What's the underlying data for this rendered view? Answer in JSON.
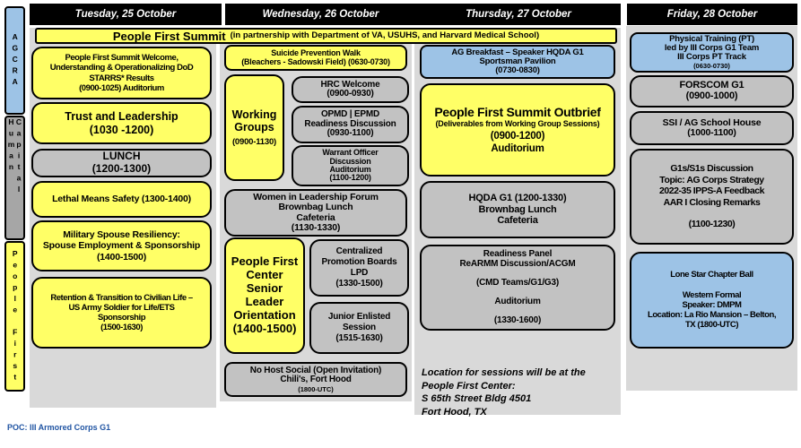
{
  "banner": {
    "title": "People First Summit",
    "subtitle": "(in partnership with Department of VA, USUHS, and Harvard Medical School)"
  },
  "sidebar": [
    "AGCRA",
    "Human Capital",
    "People First"
  ],
  "colors": {
    "event_yellow": "#FFFF66",
    "event_gray": "#C2C2C2",
    "event_blue": "#9DC3E6",
    "column_background": "#D9D9D9",
    "sidebar_blue": "#9DC3E6",
    "sidebar_gray": "#A6A6A6",
    "sidebar_yellow": "#FFFF66",
    "header_bar": "#000000",
    "poc_text": "#2155A3"
  },
  "columns": {
    "tuesday": {
      "header": "Tuesday, 25 October",
      "events": [
        {
          "name": "People First Summit Welcome",
          "color": "#FFFF66",
          "body": "People First Summit Welcome,\nUnderstanding & Operationalizing DoD\nSTARRS* Results\n(0900-1025)  Auditorium"
        },
        {
          "name": "Trust and Leadership",
          "color": "#FFFF66",
          "title": "Trust and Leadership\n(1030 -1200)"
        },
        {
          "name": "Lunch",
          "color": "#C2C2C2",
          "title": "LUNCH\n(1200-1300)"
        },
        {
          "name": "Lethal Means Safety",
          "color": "#FFFF66",
          "body": "Lethal Means Safety (1300-1400)"
        },
        {
          "name": "Military Spouse Resiliency",
          "color": "#FFFF66",
          "body": "Military Spouse Resiliency:\nSpouse Employment & Sponsorship\n(1400-1500)"
        },
        {
          "name": "Retention and Transition",
          "color": "#FFFF66",
          "body": "Retention & Transition to Civilian Life –\nUS Army Soldier for Life/ETS\nSponsorship\n(1500-1630)"
        }
      ]
    },
    "wednesday": {
      "header": "Wednesday, 26 October",
      "events": [
        {
          "name": "Suicide Prevention Walk",
          "color": "#FFFF66",
          "body": "Suicide Prevention Walk\n(Bleachers - Sadowski Field) (0630-0730)"
        },
        {
          "name": "Working Groups",
          "color": "#FFFF66",
          "title": "Working\nGroups",
          "body": "(0900-1130)"
        },
        {
          "name": "HRC Welcome",
          "color": "#C2C2C2",
          "body": "HRC Welcome\n(0900-0930)"
        },
        {
          "name": "OPMD EPMD Readiness Discussion",
          "color": "#C2C2C2",
          "body": "OPMD | EPMD\nReadiness Discussion\n(0930-1100)"
        },
        {
          "name": "Warrant Officer Discussion",
          "color": "#C2C2C2",
          "body": "Warrant Officer\nDiscussion\nAuditorium\n(1100-1200)"
        },
        {
          "name": "Women in Leadership Forum",
          "color": "#C2C2C2",
          "body": "Women in Leadership Forum\nBrownbag Lunch\nCafeteria\n(1130-1330)"
        },
        {
          "name": "People First Center Senior Leader Orientation",
          "color": "#FFFF66",
          "title": "People First\nCenter\nSenior\nLeader\nOrientation\n(1400-1500)"
        },
        {
          "name": "Centralized Promotion Boards",
          "color": "#C2C2C2",
          "body": "Centralized\nPromotion Boards\nLPD\n(1330-1500)"
        },
        {
          "name": "Junior Enlisted Session",
          "color": "#C2C2C2",
          "body": "Junior Enlisted\nSession\n(1515-1630)"
        },
        {
          "name": "No Host Social",
          "color": "#C2C2C2",
          "body": "No Host Social (Open Invitation)\nChili's, Fort Hood",
          "footer": "(1800-UTC)"
        }
      ]
    },
    "thursday": {
      "header": "Thursday, 27 October",
      "events": [
        {
          "name": "AG Breakfast",
          "color": "#9DC3E6",
          "body": "AG Breakfast – Speaker HQDA G1\nSportsman Pavilion\n(0730-0830)"
        },
        {
          "name": "People First Summit Outbrief",
          "color": "#FFFF66",
          "title": "People First Summit Outbrief",
          "subtitle": "(Deliverables from Working Group Sessions)",
          "body": "(0900-1200)\nAuditorium"
        },
        {
          "name": "HQDA G1 Brownbag Lunch",
          "color": "#C2C2C2",
          "body": "HQDA G1 (1200-1330)\nBrownbag Lunch\nCafeteria"
        },
        {
          "name": "Readiness Panel",
          "color": "#C2C2C2",
          "body": "Readiness Panel\nReARMM Discussion/ACGM\n\n(CMD Teams/G1/G3)\n\nAuditorium\n\n(1330-1600)"
        }
      ]
    },
    "friday": {
      "header": "Friday, 28 October",
      "events": [
        {
          "name": "Physical Training",
          "color": "#9DC3E6",
          "body": "Physical Training (PT)\nled by III Corps G1 Team\nIII Corps PT Track",
          "footer": "(0630-0730)"
        },
        {
          "name": "FORSCOM G1",
          "color": "#C2C2C2",
          "body": "FORSCOM G1\n(0900-1000)"
        },
        {
          "name": "SSI AG School House",
          "color": "#C2C2C2",
          "body": "SSI / AG School House\n(1000-1100)"
        },
        {
          "name": "G1s S1s Discussion",
          "color": "#C2C2C2",
          "body": "G1s/S1s Discussion\nTopic: AG Corps Strategy\n2022-35 IPPS-A Feedback\nAAR I Closing Remarks\n\n(1100-1230)"
        },
        {
          "name": "Lone Star Chapter Ball",
          "color": "#9DC3E6",
          "body": "Lone Star Chapter Ball\n\nWestern Formal\nSpeaker:  DMPM\nLocation:  La Rio Mansion – Belton,\nTX (1800-UTC)"
        }
      ]
    }
  },
  "location_note": "Location for sessions will be at the\nPeople First Center:\nS 65th Street Bldg 4501\nFort Hood, TX",
  "poc": "POC: III Armored Corps G1"
}
